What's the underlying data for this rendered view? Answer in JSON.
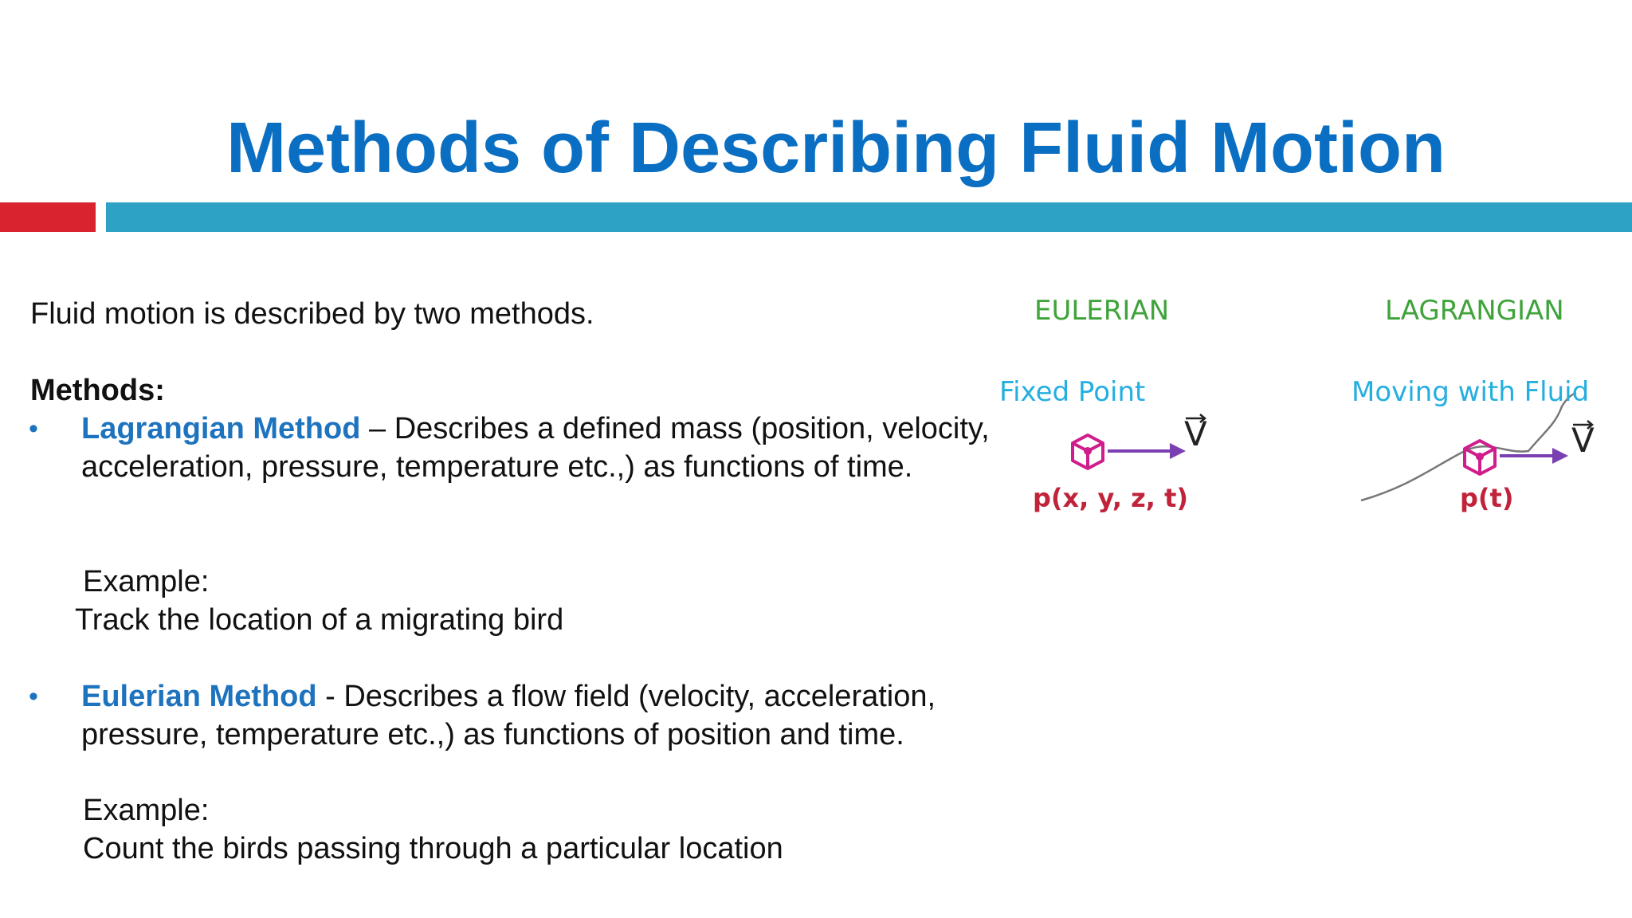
{
  "slide": {
    "title": "Methods of Describing Fluid Motion",
    "intro": "Fluid motion is described by two methods.",
    "methods_label": "Methods:",
    "bullet_glyph": "•",
    "lagrangian": {
      "term": "Lagrangian Method",
      "desc": " – Describes a defined mass (position, velocity, acceleration, pressure, temperature etc.,) as functions of time.",
      "example_label": "Example:",
      "example_text": "Track the location of a migrating bird"
    },
    "eulerian": {
      "term": "Eulerian Method",
      "desc": " - Describes a flow field (velocity, acceleration, pressure, temperature etc.,) as functions of position and time.",
      "example_label": "Example:",
      "example_text": "Count the birds passing through a particular location"
    }
  },
  "figure": {
    "eulerian": {
      "heading": "EULERIAN",
      "subheading": "Fixed Point",
      "coord_label": "p(x, y, z, t)",
      "vector_label": "V"
    },
    "lagrangian": {
      "heading": "LAGRANGIAN",
      "subheading": "Moving with Fluid",
      "coord_label": "p(t)",
      "vector_label": "V"
    }
  },
  "colors": {
    "title": "#0a6fc2",
    "accent_red": "#d9232e",
    "accent_blue": "#2ea2c4",
    "term": "#1e73be",
    "fig_heading": "#3fa33a",
    "fig_subheading": "#25aee0",
    "fig_coord": "#c0233a",
    "cube": "#d01d8c",
    "arrow": "#7a3fb0"
  }
}
